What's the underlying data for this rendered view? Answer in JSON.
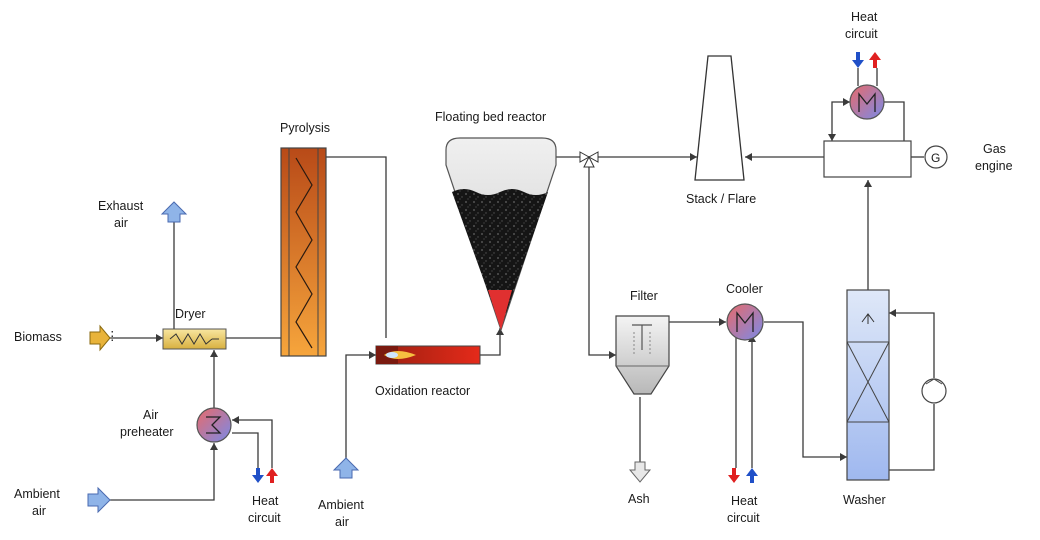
{
  "labels": {
    "biomass": "Biomass",
    "exhaust_air_1": "Exhaust",
    "exhaust_air_2": "air",
    "dryer": "Dryer",
    "pyrolysis": "Pyrolysis",
    "air_preheater_1": "Air",
    "air_preheater_2": "preheater",
    "ambient_air_left_1": "Ambient",
    "ambient_air_left_2": "air",
    "heat_circuit_left_1": "Heat",
    "heat_circuit_left_2": "circuit",
    "ambient_air_mid_1": "Ambient",
    "ambient_air_mid_2": "air",
    "oxidation_reactor": "Oxidation reactor",
    "floating_bed_reactor": "Floating bed reactor",
    "stack_flare": "Stack / Flare",
    "heat_circuit_top_1": "Heat",
    "heat_circuit_top_2": "circuit",
    "gas_engine_1": "Gas",
    "gas_engine_2": "engine",
    "generator_symbol": "G",
    "filter": "Filter",
    "cooler": "Cooler",
    "ash": "Ash",
    "heat_circuit_right_1": "Heat",
    "heat_circuit_right_2": "circuit",
    "washer": "Washer"
  },
  "colors": {
    "arrow_blue": "#8fb4e8",
    "arrow_yellow": "#e8b33a",
    "hot_red": "#e02020",
    "cold_blue": "#2050c8",
    "pyrolysis_orange": "#f0a040",
    "washer_blue": "#b8ccf0"
  }
}
